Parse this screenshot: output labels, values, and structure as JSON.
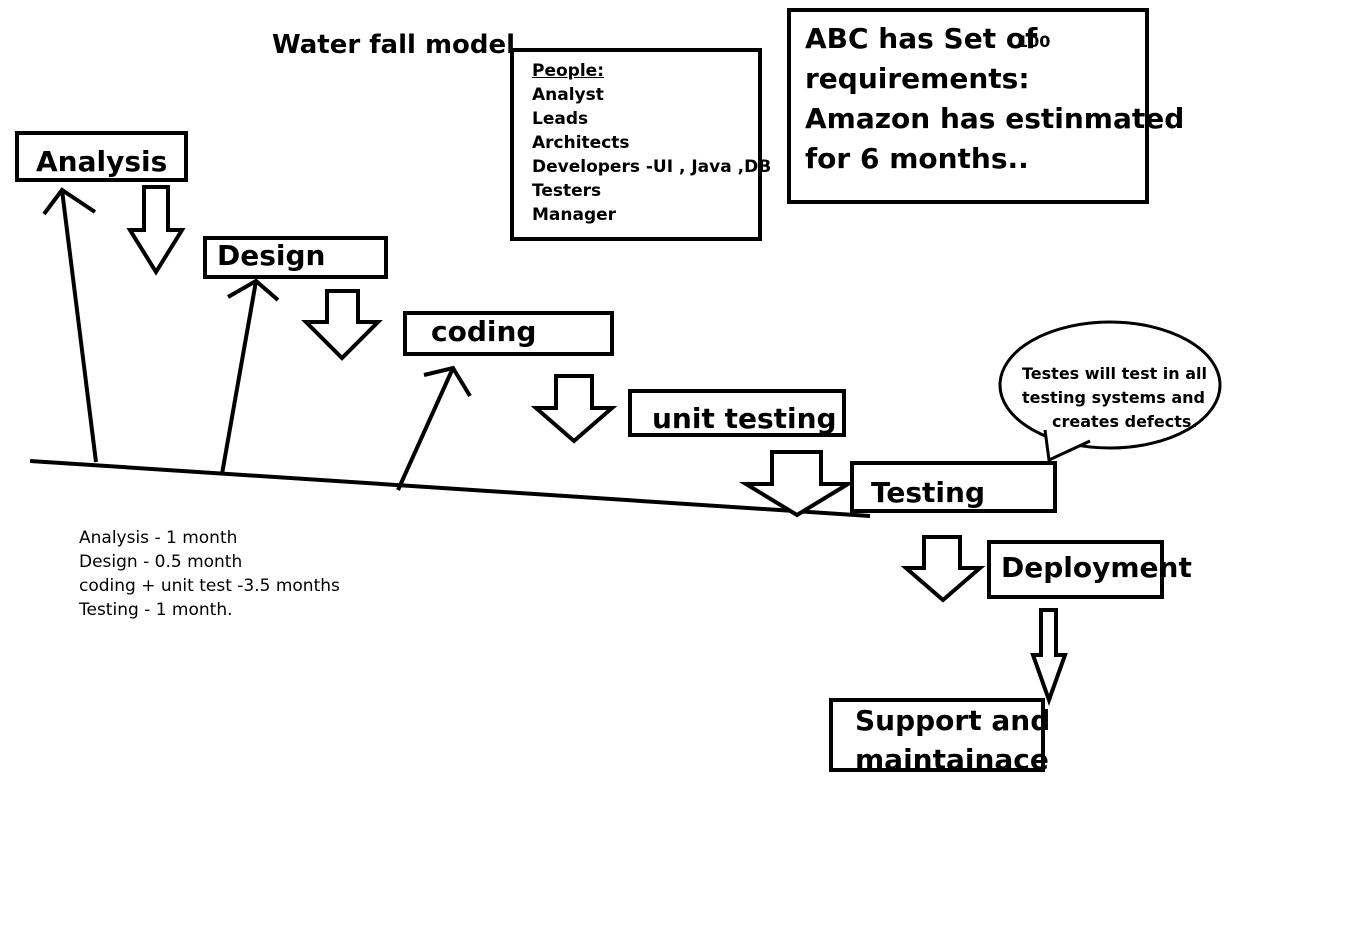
{
  "title": "Water fall model",
  "people": {
    "heading": "People:",
    "items": [
      "Analyst",
      "Leads",
      "Architects",
      "Developers -UI , Java ,DB",
      "Testers",
      "Manager"
    ]
  },
  "requirements": {
    "line1": "ABC has Set of",
    "count": "100",
    "line2": "requirements:",
    "line3": "Amazon has estinmated",
    "line4": "for 6 months.."
  },
  "stages": {
    "analysis": "Analysis",
    "design": "Design",
    "coding": "coding",
    "unit_testing": "unit testing",
    "testing": "Testing",
    "deployment": "Deployment",
    "support_line1": "Support and",
    "support_line2": "maintainace"
  },
  "plan": [
    "Analysis - 1 month",
    "Design - 0.5 month",
    "coding + unit test -3.5 months",
    "Testing - 1 month."
  ],
  "bubble": {
    "line1": "Testes will test in all",
    "line2": "testing systems and",
    "line3": "creates defects."
  }
}
